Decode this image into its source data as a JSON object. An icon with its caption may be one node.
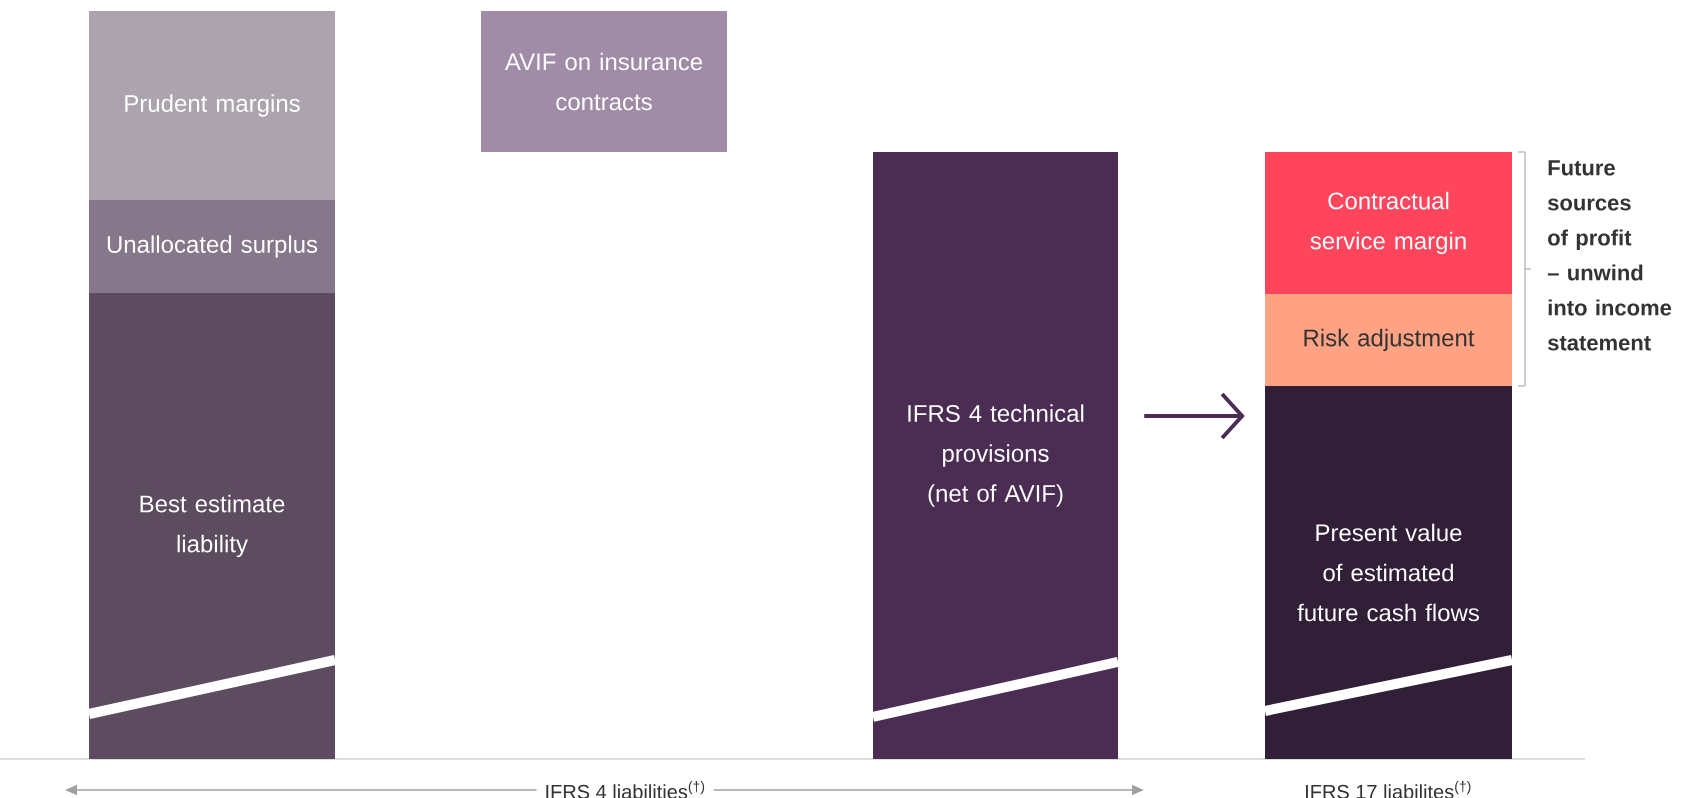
{
  "diagram": {
    "nodes": [
      {
        "text": [
          "Prudent margins"
        ]
      },
      {
        "text": [
          "Unallocated surplus"
        ]
      },
      {
        "text": [
          "Best estimate liability"
        ]
      },
      {
        "text": [
          "AVIF on insurance contracts"
        ]
      },
      {
        "text": [
          "IFRS 4 technical provisions (net of AVIF)"
        ]
      },
      {
        "text": [
          "Contractual service margin"
        ]
      },
      {
        "text": [
          "Risk adjustment"
        ]
      },
      {
        "text": [
          "Present value of estimated future cash flows"
        ]
      }
    ],
    "edges": [
      {
        "from": 4,
        "to": 7,
        "arrow": "to"
      }
    ],
    "labels": [
      "Future sources of profit – unwind into income statement",
      "IFRS 4 liabilities$^{(†)}$",
      "IFRS 17 liabilites$^{(†)}$"
    ]
  }
}
